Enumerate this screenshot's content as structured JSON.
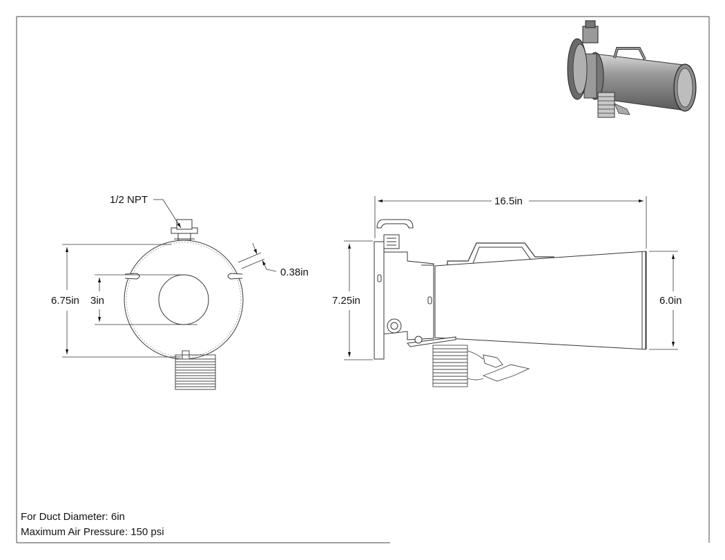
{
  "dimensions": {
    "port": "1/2 NPT",
    "outer_diameter": "6.75in",
    "inner_diameter": "3in",
    "slot_width": "0.38in",
    "overall_length": "16.5in",
    "flange_height": "7.25in",
    "outlet_diameter": "6.0in"
  },
  "notes": {
    "duct_diameter": "For Duct Diameter: 6in",
    "max_air_pressure": "Maximum Air Pressure: 150 psi"
  }
}
